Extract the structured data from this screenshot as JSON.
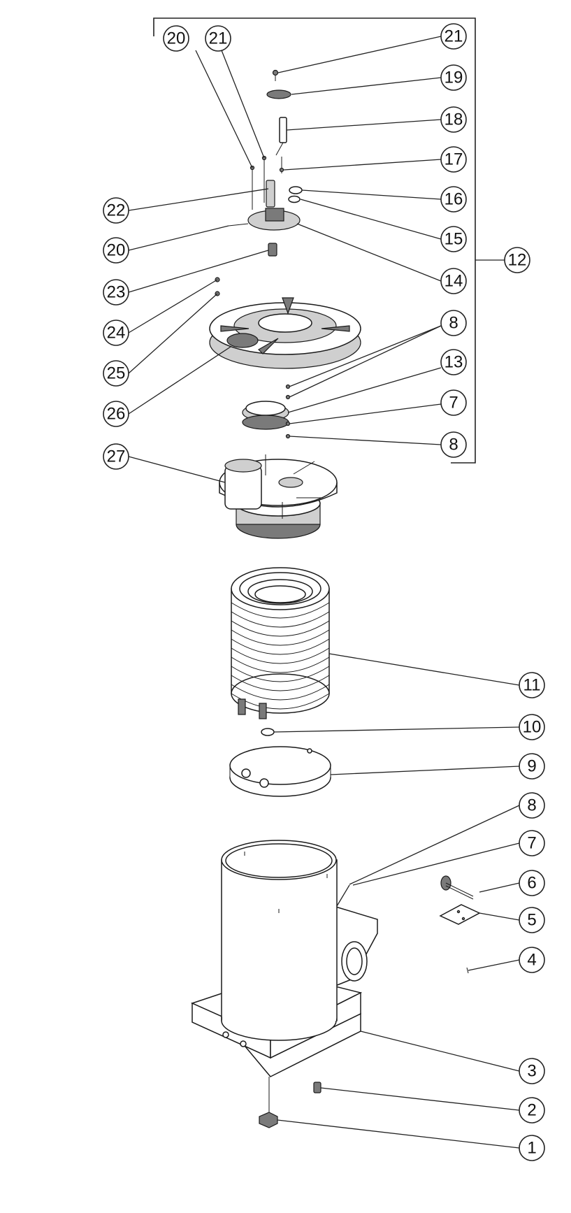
{
  "callouts": {
    "c20_top": "20",
    "c21_top": "21",
    "c21_right": "21",
    "c19": "19",
    "c18": "18",
    "c17": "17",
    "c16": "16",
    "c15": "15",
    "c14": "14",
    "c12": "12",
    "c22": "22",
    "c20_left": "20",
    "c23": "23",
    "c24": "24",
    "c25": "25",
    "c26": "26",
    "c27": "27",
    "c8_a": "8",
    "c13": "13",
    "c7_a": "7",
    "c8_b": "8",
    "c11": "11",
    "c10": "10",
    "c9": "9",
    "c8_c": "8",
    "c7_b": "7",
    "c6": "6",
    "c5": "5",
    "c4": "4",
    "c3": "3",
    "c2": "2",
    "c1": "1"
  },
  "colors": {
    "line": "#1a1a1a",
    "background": "#ffffff"
  }
}
